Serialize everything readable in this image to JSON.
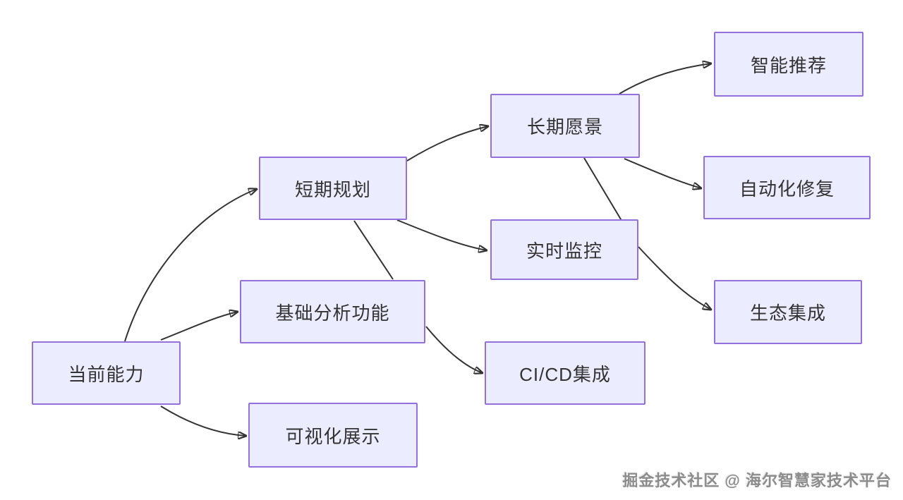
{
  "diagram": {
    "type": "flowchart",
    "direction": "left-to-right",
    "nodes": [
      {
        "id": "current",
        "label": "当前能力"
      },
      {
        "id": "shortterm",
        "label": "短期规划"
      },
      {
        "id": "basic",
        "label": "基础分析功能"
      },
      {
        "id": "visual",
        "label": "可视化展示"
      },
      {
        "id": "longterm",
        "label": "长期愿景"
      },
      {
        "id": "realtime",
        "label": "实时监控"
      },
      {
        "id": "cicd",
        "label": "CI/CD集成"
      },
      {
        "id": "smartrec",
        "label": "智能推荐"
      },
      {
        "id": "autofix",
        "label": "自动化修复"
      },
      {
        "id": "eco",
        "label": "生态集成"
      }
    ],
    "edges": [
      {
        "from": "当前能力",
        "to": "短期规划",
        "arrow": true
      },
      {
        "from": "当前能力",
        "to": "基础分析功能",
        "arrow": true
      },
      {
        "from": "当前能力",
        "to": "可视化展示",
        "arrow": true
      },
      {
        "from": "短期规划",
        "to": "长期愿景",
        "arrow": true
      },
      {
        "from": "短期规划",
        "to": "实时监控",
        "arrow": true
      },
      {
        "from": "短期规划",
        "to": "基础分析功能",
        "arrow": false
      },
      {
        "from": "基础分析功能",
        "to": "CI/CD集成",
        "arrow": true
      },
      {
        "from": "长期愿景",
        "to": "智能推荐",
        "arrow": true
      },
      {
        "from": "长期愿景",
        "to": "自动化修复",
        "arrow": true
      },
      {
        "from": "长期愿景",
        "to": "生态集成",
        "arrow": true
      }
    ],
    "colors": {
      "node_fill": "#ECECFF",
      "node_border": "#9370DB",
      "edge_stroke": "#333333",
      "text": "#333333",
      "background": "#ffffff"
    }
  },
  "watermark": {
    "text": "掘金技术社区 @ 海尔智慧家技术平台"
  }
}
